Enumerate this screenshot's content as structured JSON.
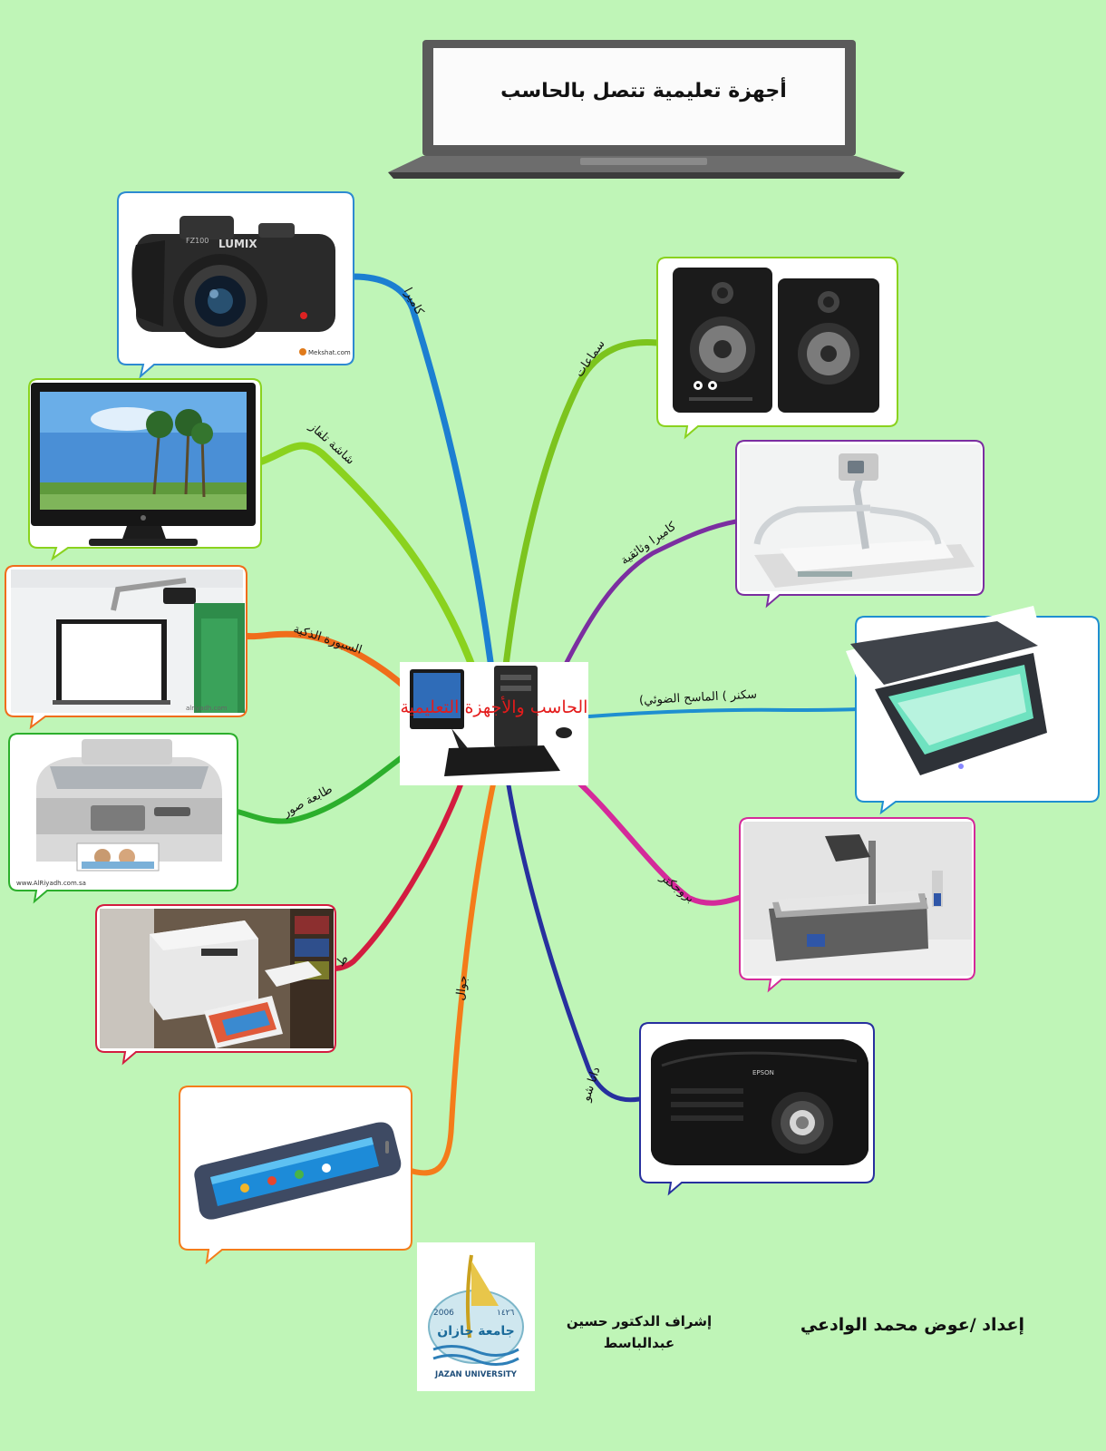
{
  "title": "أجهزة تعليمية تتصل بالحاسب",
  "center": {
    "label": "الحاسب والأجهزة التعليمية"
  },
  "branches": {
    "camera": {
      "label": "كاميرا",
      "color": "#1c7fd1"
    },
    "tv_screen": {
      "label": "شاشة تلفاز",
      "color": "#8ad21e"
    },
    "smartboard": {
      "label": "السبورة الذكية",
      "color": "#f06d1b"
    },
    "photo_printer": {
      "label": "طابعة صور",
      "color": "#2caf2c"
    },
    "laser_printer": {
      "label": "ط",
      "color": "#d31c40"
    },
    "mobile": {
      "label": "جوال",
      "color": "#f47c1a"
    },
    "speakers": {
      "label": "سماعات",
      "color": "#7cc41e"
    },
    "document_camera": {
      "label": "كاميرا وثائقية",
      "color": "#7b2ea0"
    },
    "scanner": {
      "label": "سكنر ) الماسح الضوئي)",
      "color": "#1f8fd0"
    },
    "overhead_projector": {
      "label": "بروجكتر",
      "color": "#d42a9a"
    },
    "data_show": {
      "label": "داتا شو",
      "color": "#27309e"
    }
  },
  "watermarks": {
    "camera": "Mekshat.com",
    "printer": "www.AlRiyadh.com.sa",
    "smartboard": "alriyadh.com"
  },
  "device_text": {
    "camera_brand": "LUMIX",
    "camera_model": "FZ100",
    "projector_brand": "EPSON"
  },
  "logo": {
    "year": "2006",
    "hijri_year": "١٤٢٦",
    "arabic_name": "جامعة جازان",
    "english_name": "JAZAN UNIVERSITY"
  },
  "credits": {
    "supervisor_line1": "إشراف الدكتور حسين",
    "supervisor_line2": "عبدالباسط",
    "author": "إعداد /عوض محمد الوادعي"
  }
}
